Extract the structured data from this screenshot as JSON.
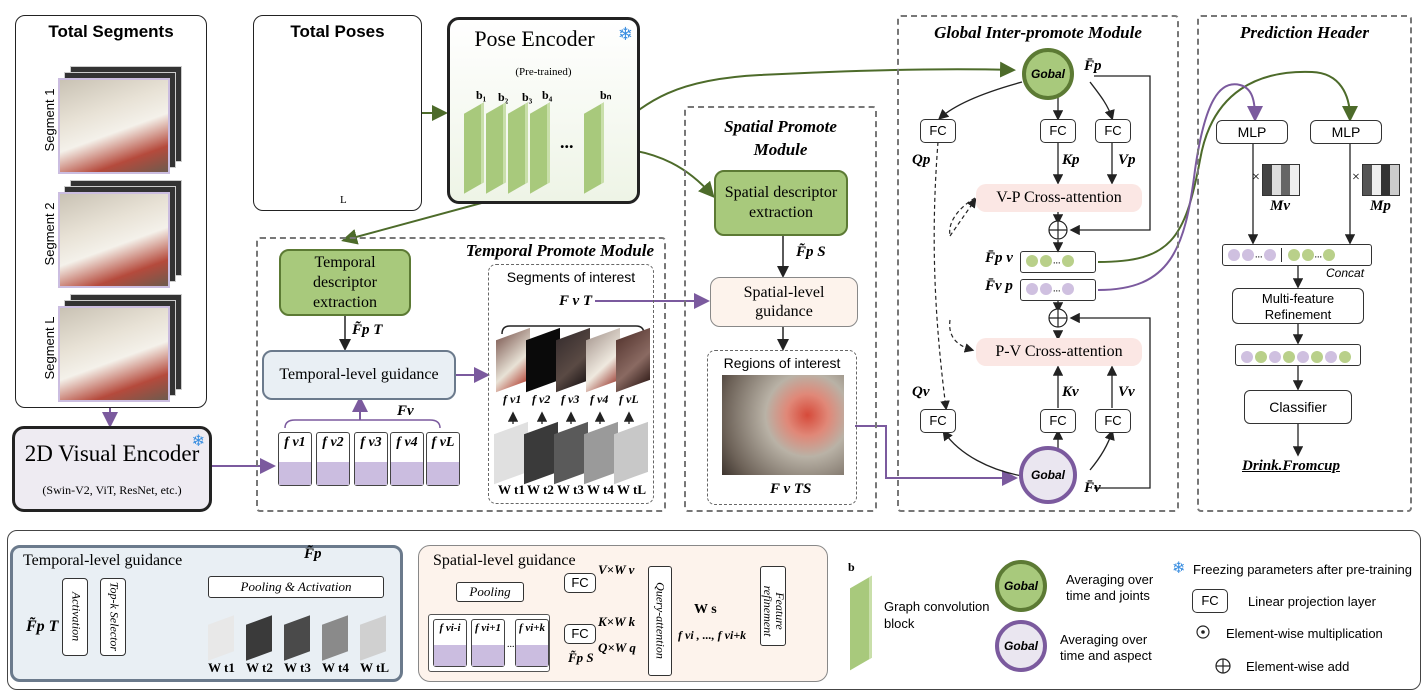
{
  "total_segments": {
    "title": "Total Segments",
    "segments": [
      "Segment 1",
      "Segment 2",
      "Segment L"
    ]
  },
  "total_poses": {
    "title": "Total Poses",
    "axis": "L"
  },
  "pose_encoder": {
    "title": "Pose Encoder",
    "subtitle": "(Pre-trained)",
    "blocks": [
      "b₁",
      "b₂",
      "b₃",
      "b₄",
      "bₙ"
    ],
    "ellipsis": "..."
  },
  "visual_encoder": {
    "title": "2D Visual Encoder",
    "subtitle": "(Swin-V2, ViT, ResNet, etc.)"
  },
  "temporal_module": {
    "title": "Temporal Promote Module",
    "descriptor": "Temporal descriptor extraction",
    "guidance": "Temporal-level guidance",
    "f_label": "F̃p T",
    "fv_label": "Fv",
    "features": [
      "f v1",
      "f v2",
      "f v3",
      "f v4",
      "f vL"
    ],
    "soi_title": "Segments of interest",
    "soi_label": "F v T",
    "soi_features": [
      "f v1",
      "f v2",
      "f v3",
      "f v4",
      "f vL"
    ],
    "weights": [
      "W t1",
      "W t2",
      "W t3",
      "W t4",
      "W tL"
    ]
  },
  "spatial_module": {
    "title": "Spatial Promote Module",
    "descriptor": "Spatial descriptor extraction",
    "f_label": "F̃p S",
    "guidance": "Spatial-level guidance",
    "roi_title": "Regions of interest",
    "roi_label": "F v TS"
  },
  "global_module": {
    "title": "Global Inter-promote Module",
    "gobal": "Gobal",
    "fp": "F̄p",
    "fv": "F̄v",
    "fc": "FC",
    "qp": "Qp",
    "kp": "Kp",
    "vp": "Vp",
    "qv": "Qv",
    "kv": "Kv",
    "vv": "Vv",
    "vp_attention": "V-P Cross-attention",
    "pv_attention": "P-V Cross-attention",
    "fpv": "F̄p v",
    "fvp": "F̄v p",
    "ellipsis": "..."
  },
  "prediction": {
    "title": "Prediction Header",
    "mlp": "MLP",
    "mv": "Mv",
    "mp": "Mp",
    "times": "×",
    "concat": "Concat",
    "refinement": "Multi-feature Refinement",
    "classifier": "Classifier",
    "output": "Drink.Fromcup",
    "ellipsis": "..."
  },
  "temporal_detail": {
    "title": "Temporal-level guidance",
    "fp": "F̃p",
    "fpt": "F̃p T",
    "activation": "Activation",
    "topk": "Top-k Selector",
    "pooling": "Pooling & Activation",
    "weights": [
      "W t1",
      "W t2",
      "W t3",
      "W t4",
      "W tL"
    ]
  },
  "spatial_detail": {
    "title": "Spatial-level guidance",
    "pooling": "Pooling",
    "fc": "FC",
    "v": "V×W v",
    "k": "K×W k",
    "q": "Q×W q",
    "fps": "F̃p S",
    "query": "Query-attention",
    "ws": "W s",
    "feature": "Feature refinement",
    "fout": "f vi , ..., f vi+k",
    "cells": [
      "f vi-i",
      "f vi+1",
      "f vi+k"
    ],
    "ellipsis": "..."
  },
  "legend": {
    "b": "b",
    "graph_block": "Graph convolution block",
    "gobal": "Gobal",
    "avg_joints": "Averaging over time and joints",
    "avg_aspect": "Averaging over time and aspect",
    "freeze": "Freezing parameters after pre-training",
    "fc": "FC",
    "linear": "Linear projection layer",
    "mult": "Element-wise multiplication",
    "add": "Element-wise add"
  }
}
